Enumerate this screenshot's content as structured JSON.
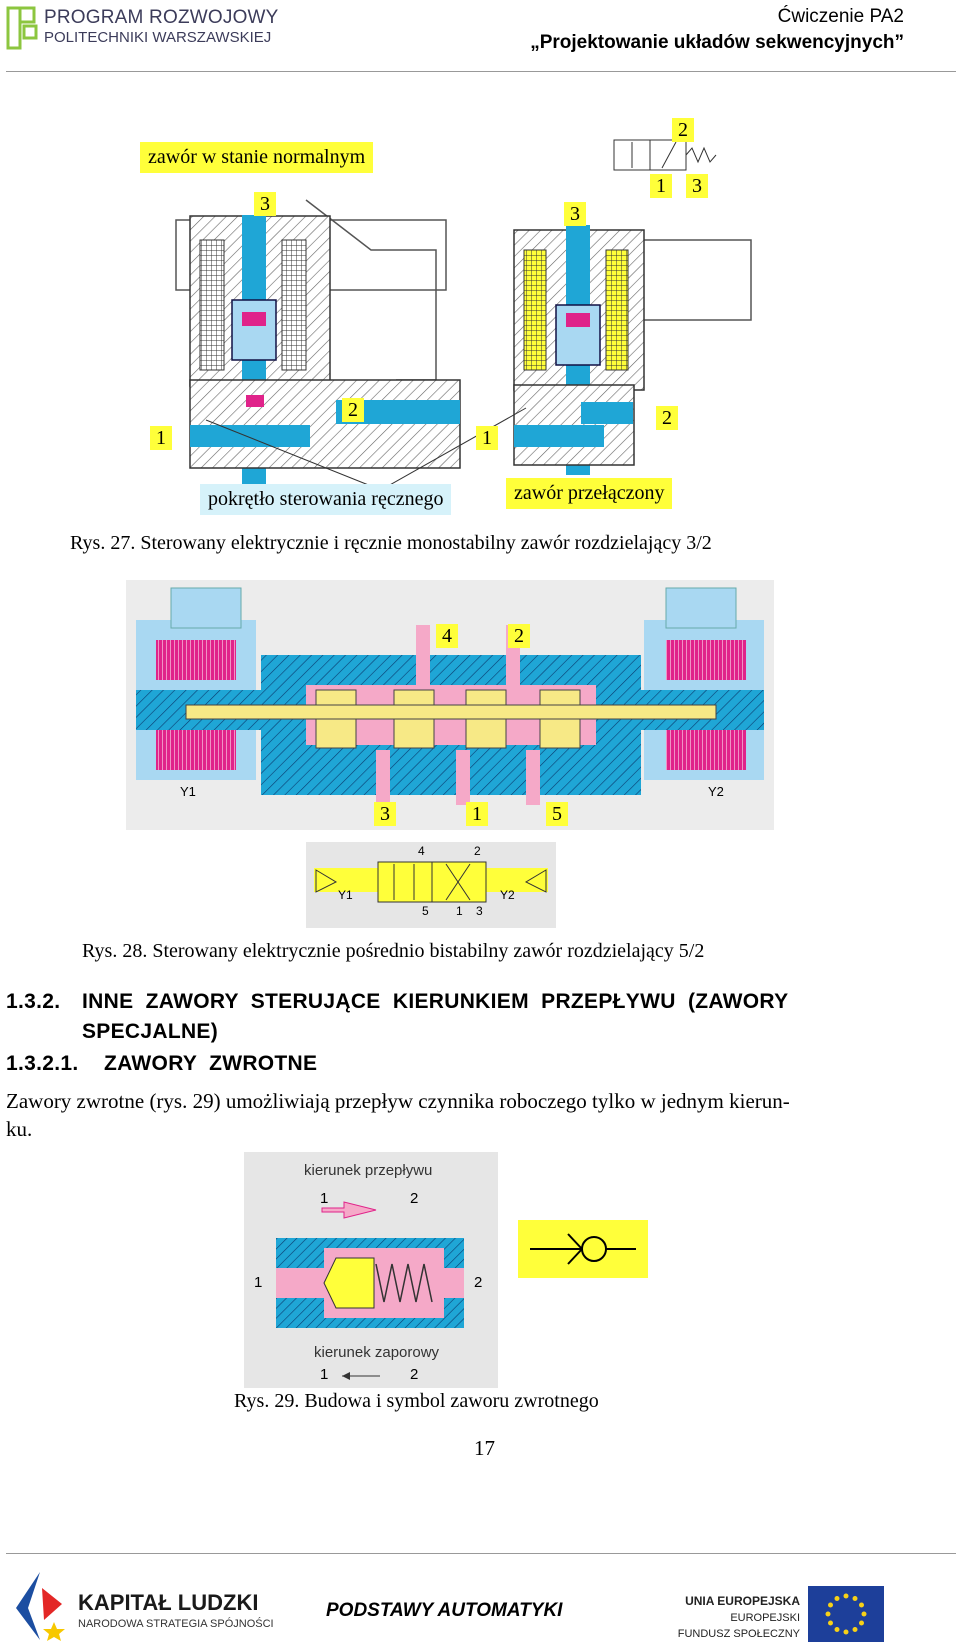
{
  "header": {
    "logo_line1": "PROGRAM ROZWOJOWY",
    "logo_line2": "POLITECHNIKI WARSZAWSKIEJ",
    "exercise": "Ćwiczenie PA2",
    "subtitle": "„Projektowanie układów sekwencyjnych”"
  },
  "fig27": {
    "label_normal": "zawór w stanie normalnym",
    "label_switched": "zawór przełączony",
    "label_knob": "pokrętło sterowania ręcznego",
    "ports_left": [
      "3",
      "2",
      "1"
    ],
    "ports_right": [
      "3",
      "2",
      "1"
    ],
    "symbol_ports": [
      "2",
      "1",
      "3"
    ],
    "caption": "Rys. 27. Sterowany elektrycznie i ręcznie monostabilny zawór rozdzielający 3/2"
  },
  "fig28": {
    "ports_top": [
      "4",
      "2"
    ],
    "ports_bottom": [
      "3",
      "1",
      "5"
    ],
    "coil_left": "Y1",
    "coil_right": "Y2",
    "symbol_top": [
      "4",
      "2"
    ],
    "symbol_bottom": [
      "5",
      "1",
      "3"
    ],
    "symbol_left": "Y1",
    "symbol_right": "Y2",
    "caption": "Rys. 28. Sterowany elektrycznie pośrednio bistabilny zawór rozdzielający 5/2"
  },
  "section": {
    "heading_num": "1.3.2.",
    "heading_line1": "INNE  ZAWORY  STERUJĄCE  KIERUNKIEM  PRZEPŁYWU  (ZAWORY",
    "heading_line2": "SPECJALNE)",
    "sub_num": "1.3.2.1.",
    "sub_title": "ZAWORY  ZWROTNE",
    "body_line1": "Zawory zwrotne (rys. 29) umożliwiają przepływ czynnika roboczego tylko w jednym kierun-",
    "body_line2": "ku."
  },
  "fig29": {
    "flow_dir": "kierunek przepływu",
    "block_dir": "kierunek zaporowy",
    "flow_from": "1",
    "flow_to": "2",
    "port_left": "1",
    "port_right": "2",
    "block_from": "1",
    "block_to": "2",
    "caption": "Rys. 29. Budowa i symbol zaworu zwrotnego"
  },
  "page_number": "17",
  "footer": {
    "kl_title": "KAPITAŁ LUDZKI",
    "kl_sub": "NARODOWA STRATEGIA SPÓJNOŚCI",
    "center": "PODSTAWY AUTOMATYKI",
    "ue_line1": "UNIA EUROPEJSKA",
    "ue_line2": "EUROPEJSKI",
    "ue_line3": "FUNDUSZ SPOŁECZNY"
  },
  "colors": {
    "cyan": "#1fa6d6",
    "light_blue": "#a9d8f2",
    "yellow": "#ffff3a",
    "pink": "#f5a9c8",
    "magenta": "#e0238a"
  }
}
